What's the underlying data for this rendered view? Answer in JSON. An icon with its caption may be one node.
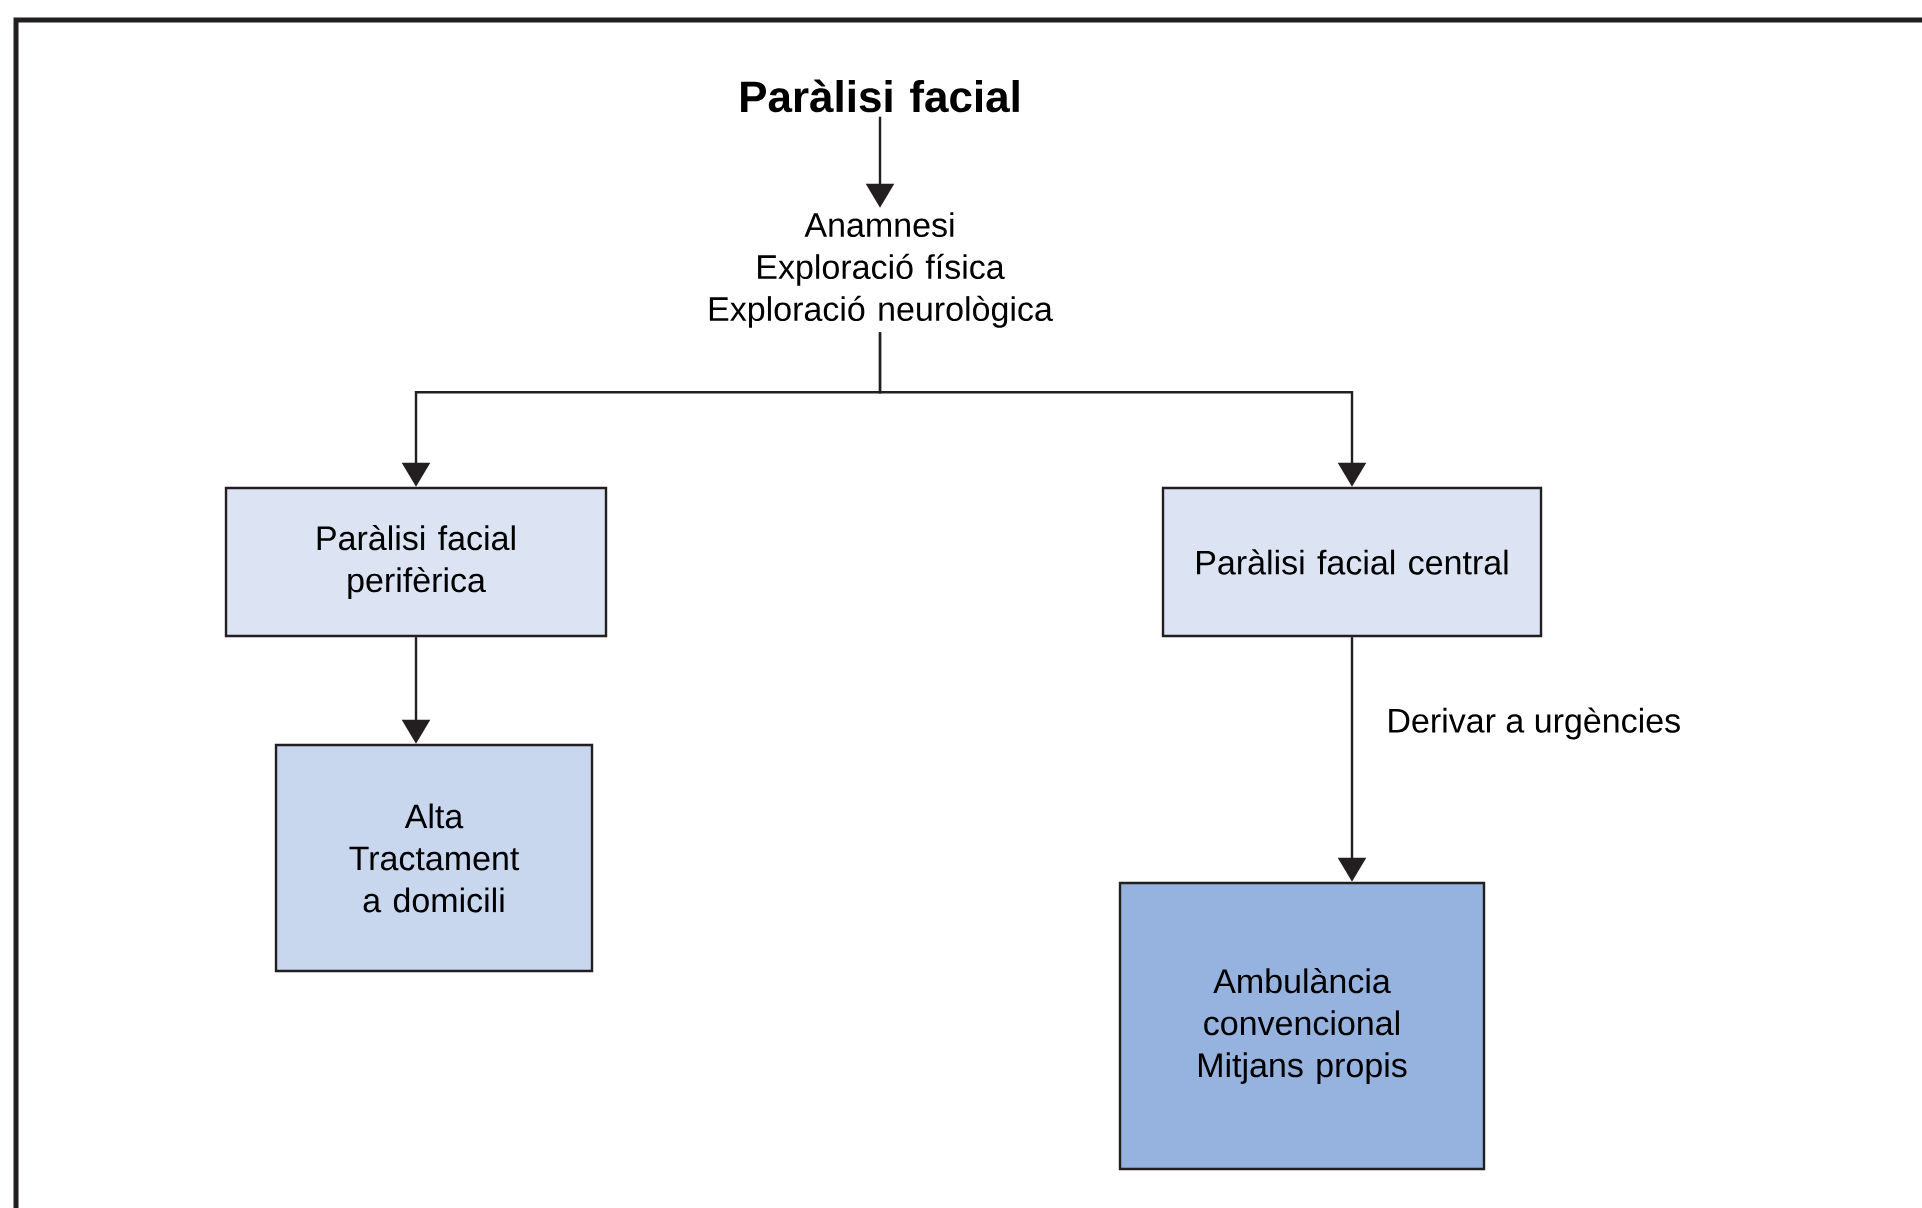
{
  "diagram": {
    "nodes": [
      {
        "text": [
          "Paràlisi facial"
        ]
      },
      {
        "text": [
          "Anamnesi",
          "Exploració física",
          "Exploració neurològica"
        ]
      },
      {
        "text": [
          "Paràlisi facial perifèrica"
        ]
      },
      {
        "text": [
          "Paràlisi facial central"
        ]
      },
      {
        "text": [
          "Alta",
          "Tractament a domicili"
        ]
      },
      {
        "text": [
          "Ambulància convencional",
          "Mitjans propis"
        ]
      }
    ],
    "edges": [
      {
        "from": 0,
        "to": 1,
        "arrow": "to"
      },
      {
        "from": 1,
        "to": 2,
        "arrow": "to"
      },
      {
        "from": 1,
        "to": 3,
        "arrow": "to"
      },
      {
        "from": 2,
        "to": 4,
        "arrow": "to"
      },
      {
        "from": 3,
        "to": 5,
        "arrow": "to",
        "label": "Derivar a urgències"
      }
    ]
  }
}
